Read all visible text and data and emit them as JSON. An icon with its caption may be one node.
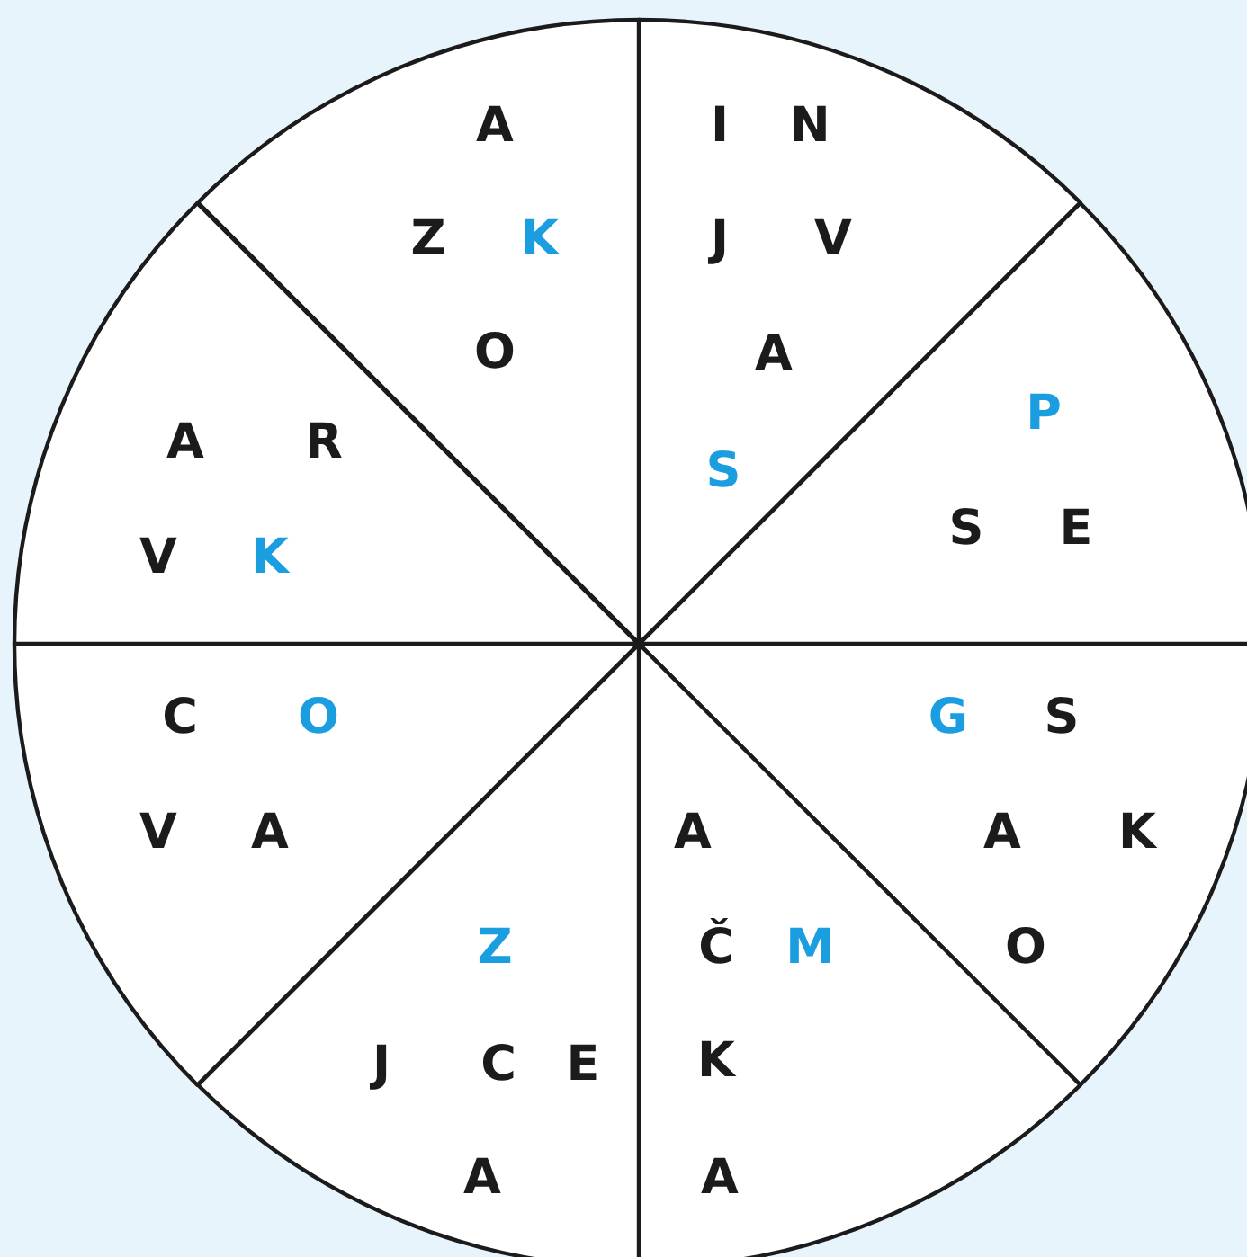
{
  "diagram": {
    "nodes": [
      {
        "text": [
          "A",
          "Z",
          "K",
          "O"
        ]
      },
      {
        "text": [
          "I",
          "N",
          "J",
          "V",
          "A",
          "S"
        ]
      },
      {
        "text": [
          "A",
          "R",
          "V",
          "K"
        ]
      },
      {
        "text": [
          "P",
          "S",
          "E"
        ]
      },
      {
        "text": [
          "C",
          "O",
          "V",
          "A"
        ]
      },
      {
        "text": [
          "G",
          "S",
          "A",
          "K",
          "O"
        ]
      },
      {
        "text": [
          "Z",
          "J",
          "C",
          "E",
          "A"
        ]
      },
      {
        "text": [
          "A",
          "Č",
          "M",
          "K",
          "A"
        ]
      }
    ]
  }
}
